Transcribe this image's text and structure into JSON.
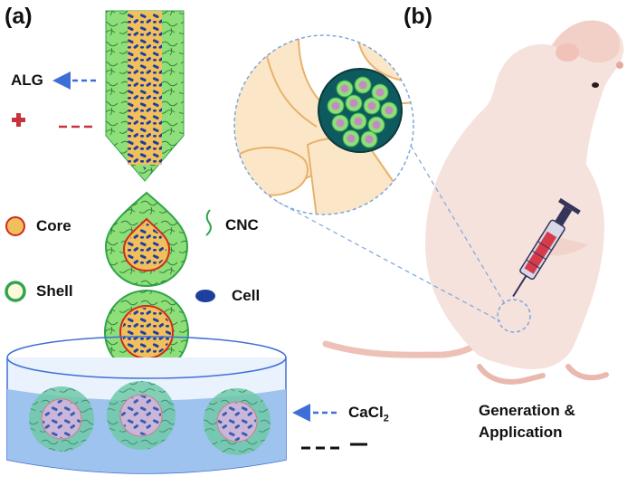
{
  "panels": {
    "a": "(a)",
    "b": "(b)"
  },
  "labels": {
    "alg": "ALG",
    "core": "Core",
    "shell": "Shell",
    "cnc": "CNC",
    "cell": "Cell",
    "cacl2_prefix": "CaCl",
    "cacl2_sub": "2",
    "caption_line1": "Generation &",
    "caption_line2": "Application"
  },
  "colors": {
    "gel_green": "#8ede7a",
    "shell_edge": "#2fa64a",
    "core_fill": "#f1c05c",
    "core_edge": "#d22b1d",
    "cell_blue": "#1f3f9e",
    "arrow_blue": "#3f6fd6",
    "plus_red": "#c8323a",
    "bath_blue": "#9fc3ef",
    "rat_fur": "#f6e2dc"
  },
  "icons": {
    "alg_arrow": "dashed-arrow-left-icon",
    "plus": "plus-icon",
    "syringe": "syringe-icon"
  }
}
